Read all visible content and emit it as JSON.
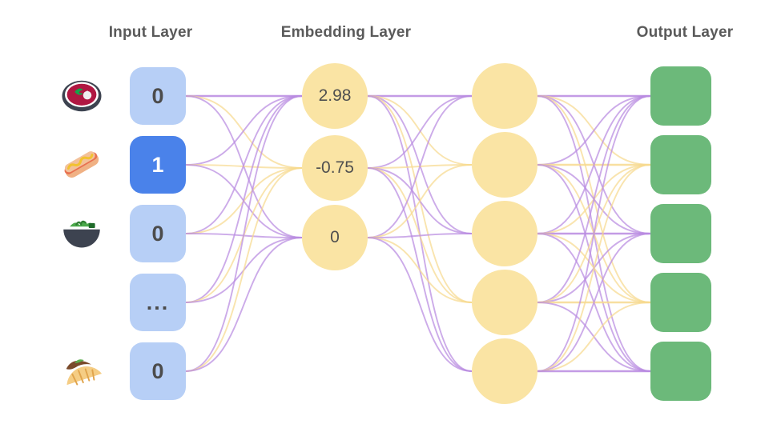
{
  "titles": {
    "input": "Input Layer",
    "embedding": "Embedding Layer",
    "output": "Output Layer"
  },
  "colors": {
    "input_box": "#b7cff6",
    "input_box_active": "#4a82ea",
    "embedding_circle": "#fae4a4",
    "hidden_circle": "#fae4a4",
    "output_box": "#6cb97a",
    "edge_purple": "#b98ae0",
    "edge_yellow": "#f7d98f",
    "title_text": "#5a5a5a",
    "value_text": "#4c4c4c",
    "background": "#ffffff"
  },
  "input_layer": {
    "nodes": [
      {
        "icon": "bowl-of-red-soup-icon",
        "value": "0",
        "active": false
      },
      {
        "icon": "hot-dog-icon",
        "value": "1",
        "active": true
      },
      {
        "icon": "green-salad-bowl-icon",
        "value": "0",
        "active": false
      },
      {
        "icon": "",
        "value": "...",
        "active": false
      },
      {
        "icon": "taco-icon",
        "value": "0",
        "active": false
      }
    ]
  },
  "embedding_layer": {
    "nodes": [
      {
        "value": "2.98"
      },
      {
        "value": "-0.75"
      },
      {
        "value": "0"
      }
    ]
  },
  "hidden_layer": {
    "nodes": [
      {
        "value": ""
      },
      {
        "value": ""
      },
      {
        "value": ""
      },
      {
        "value": ""
      },
      {
        "value": ""
      }
    ]
  },
  "output_layer": {
    "nodes": [
      {
        "value": ""
      },
      {
        "value": ""
      },
      {
        "value": ""
      },
      {
        "value": ""
      },
      {
        "value": ""
      }
    ]
  }
}
